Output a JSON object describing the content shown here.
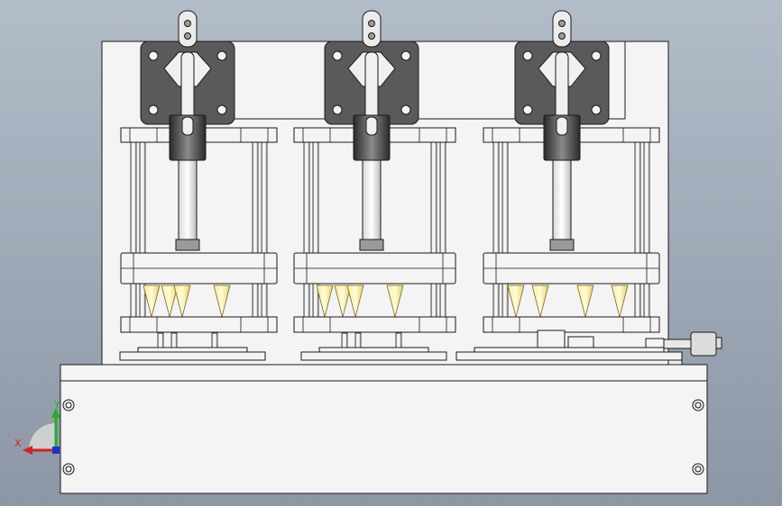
{
  "triad": {
    "x_label": "X",
    "y_label": "Y",
    "x_color": "#d42020",
    "y_color": "#20b020",
    "z_color": "#2030d0"
  },
  "colors": {
    "background_top": "#b3bcc9",
    "background_bottom": "#8c96a4",
    "body_fill": "#f4f4f4",
    "outline": "#1a1a1a",
    "clamp_plate": "#5a5a5a",
    "clamp_metal": "#3a3a3a",
    "cone": "#f2e48a"
  },
  "stations": [
    {
      "name": "station-left",
      "has_sensor": false
    },
    {
      "name": "station-middle",
      "has_sensor": false
    },
    {
      "name": "station-right",
      "has_sensor": true
    }
  ],
  "side_cylinder": {
    "present": true
  }
}
